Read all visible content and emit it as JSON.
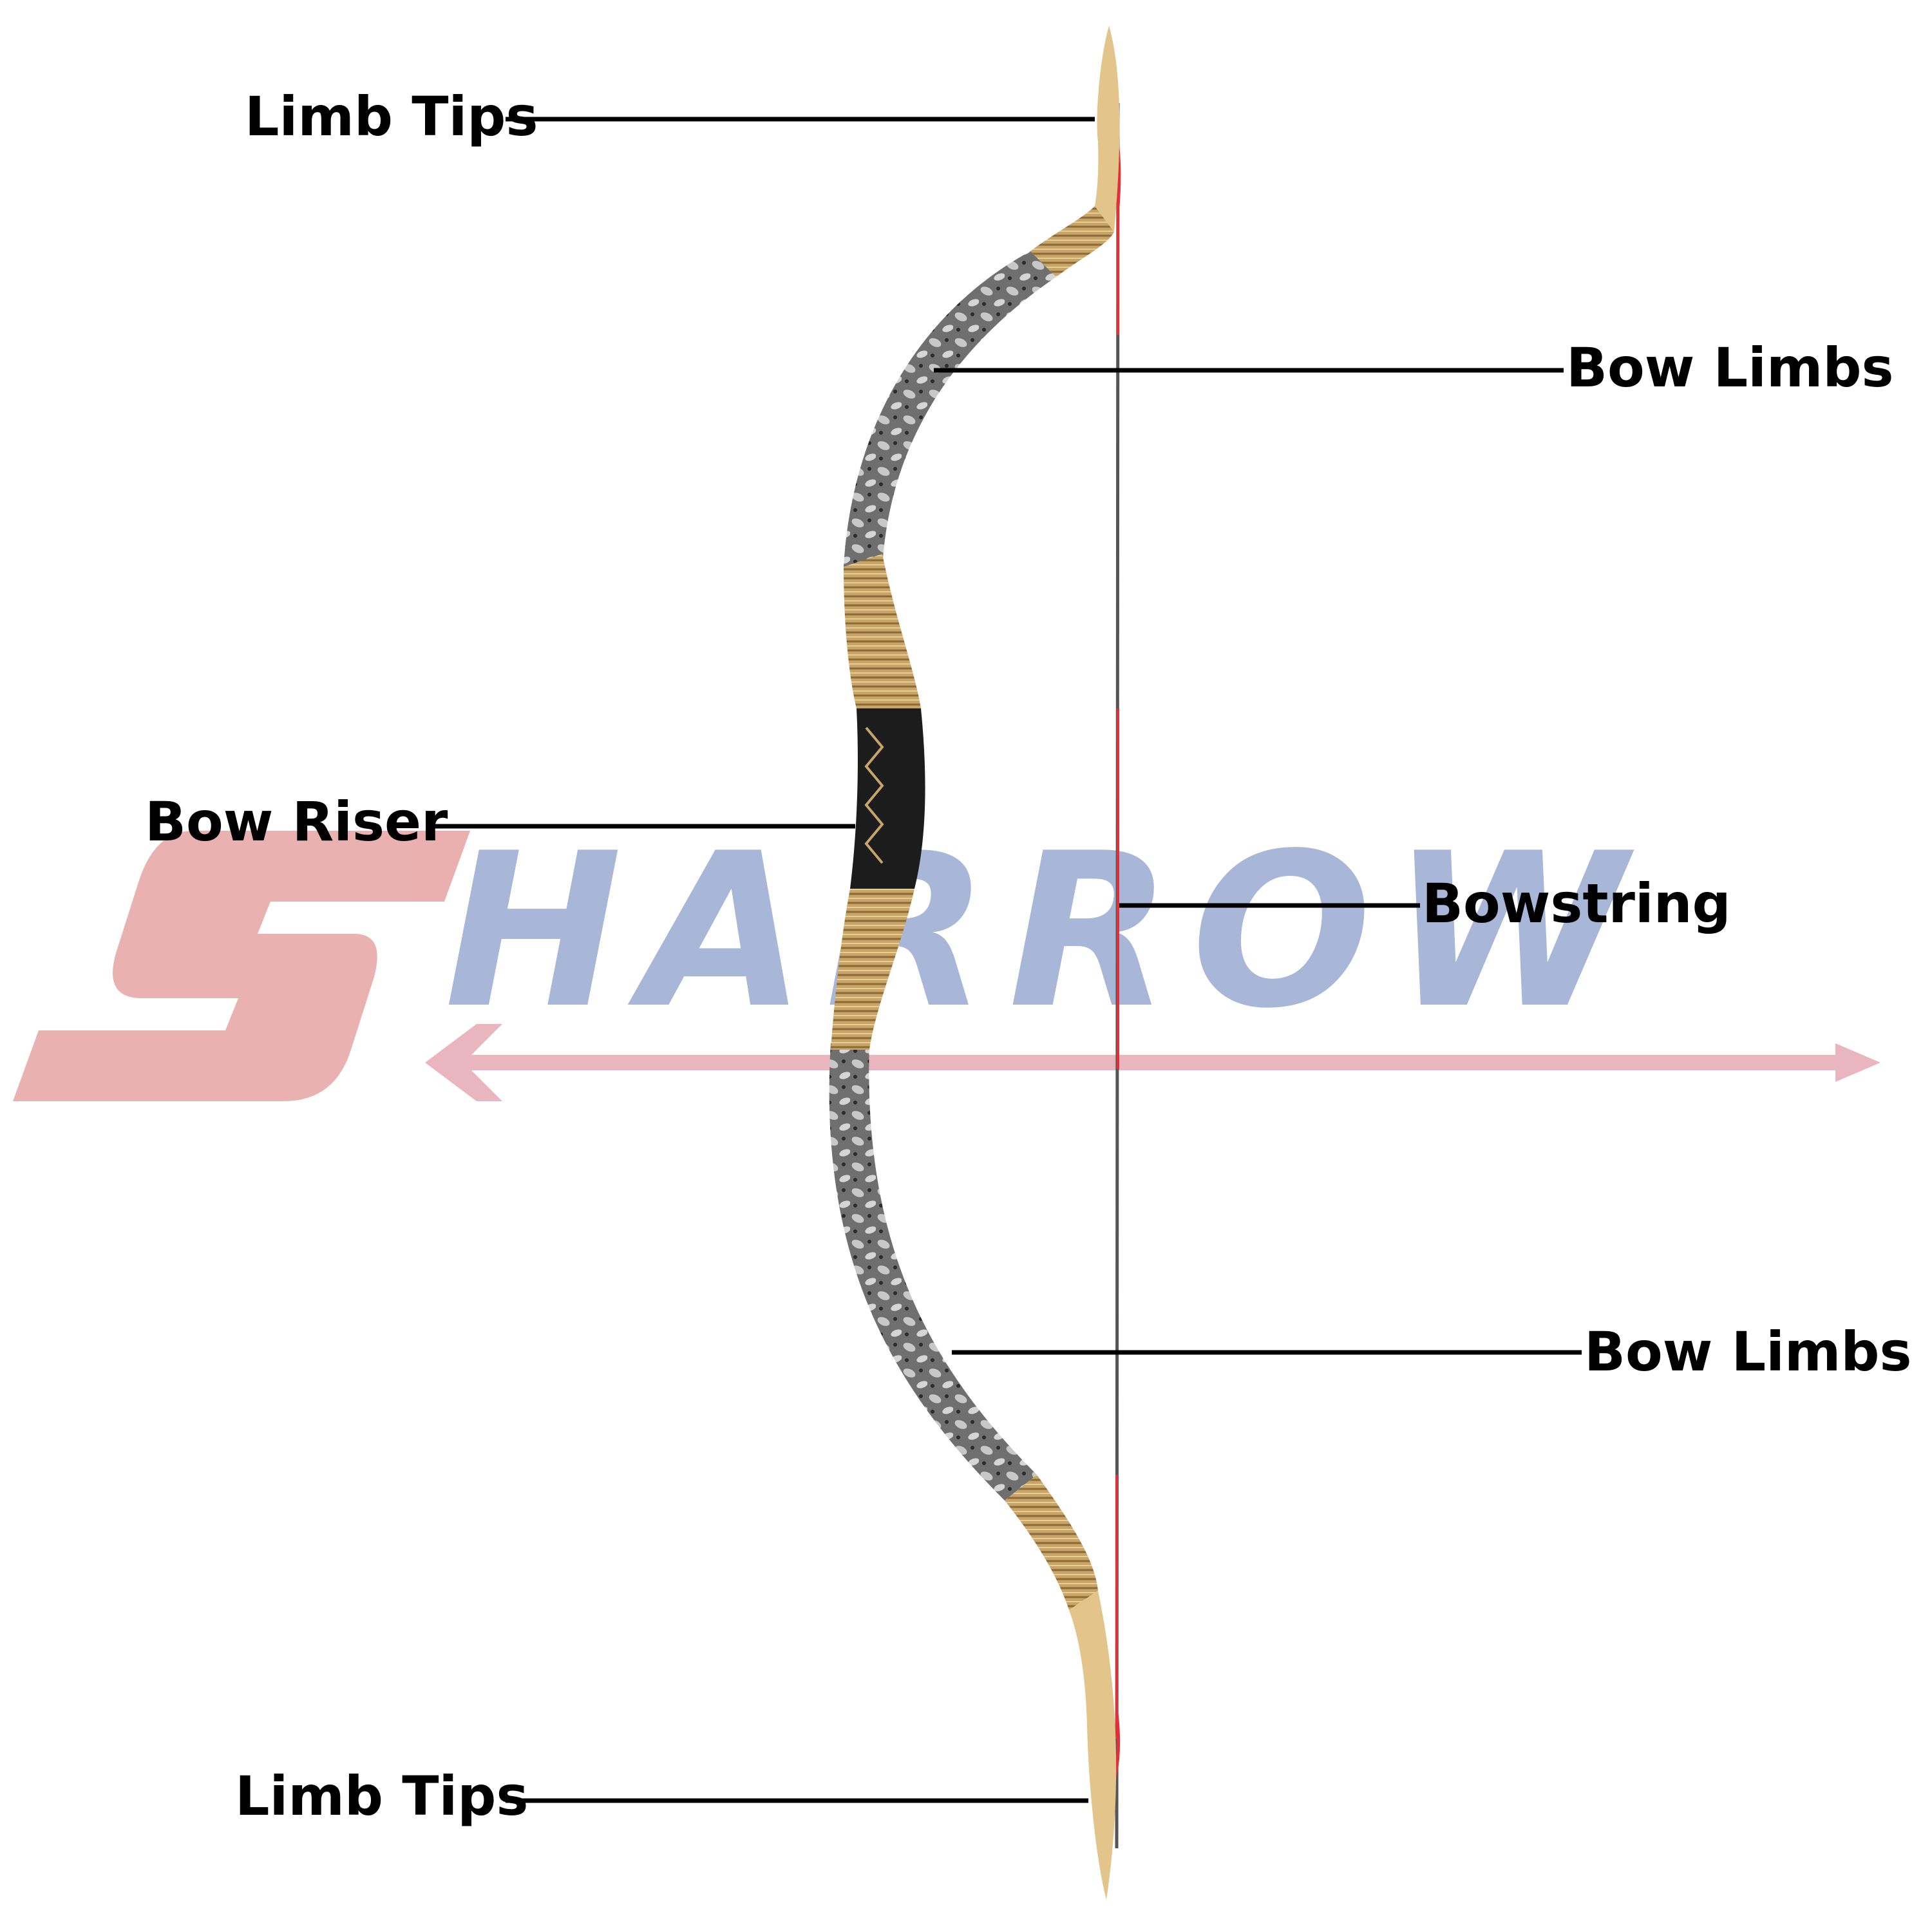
{
  "watermark": {
    "text": "SHARROW",
    "letter_s_color": "#e8a8a8",
    "letters_color": "#9fb0d4",
    "arrow_color": "#e7aeb8"
  },
  "bow": {
    "tip_color": "#e3c48a",
    "wrap_color": "#c9a467",
    "limb_color": "#6f6f6f",
    "grip_color": "#1c1c1c",
    "string_color": "#555555",
    "string_accent_color": "#e0303a"
  },
  "labels": {
    "limb_tips_top": "Limb Tips",
    "bow_limbs_top": "Bow Limbs",
    "bow_riser": "Bow Riser",
    "bowstring": "Bowstring",
    "bow_limbs_bottom": "Bow Limbs",
    "limb_tips_bottom": "Limb Tips"
  }
}
